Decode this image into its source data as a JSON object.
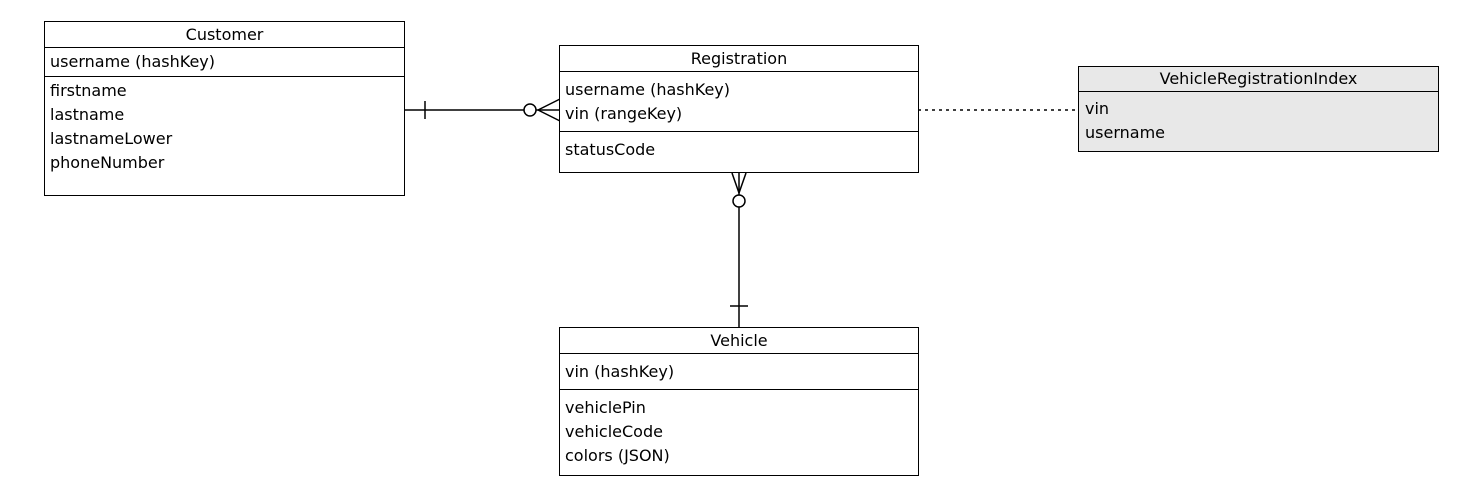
{
  "entities": {
    "customer": {
      "name": "Customer",
      "keys": [
        "username (hashKey)"
      ],
      "attributes": [
        "firstname",
        "lastname",
        "lastnameLower",
        "phoneNumber"
      ]
    },
    "registration": {
      "name": "Registration",
      "keys": [
        "username (hashKey)",
        "vin (rangeKey)"
      ],
      "attributes": [
        "statusCode"
      ]
    },
    "vehicle": {
      "name": "Vehicle",
      "keys": [
        "vin (hashKey)"
      ],
      "attributes": [
        "vehiclePin",
        "vehicleCode",
        "colors (JSON)"
      ]
    },
    "index": {
      "name": "VehicleRegistrationIndex",
      "fields": [
        "vin",
        "username"
      ],
      "fill_color": "#e8e8e8"
    }
  },
  "relationships": [
    {
      "from": "Customer",
      "to": "Registration",
      "from_cardinality": "one",
      "to_cardinality": "zero-or-many"
    },
    {
      "from": "Vehicle",
      "to": "Registration",
      "from_cardinality": "one",
      "to_cardinality": "zero-or-many"
    },
    {
      "from": "Registration",
      "to": "VehicleRegistrationIndex",
      "style": "dotted"
    }
  ]
}
